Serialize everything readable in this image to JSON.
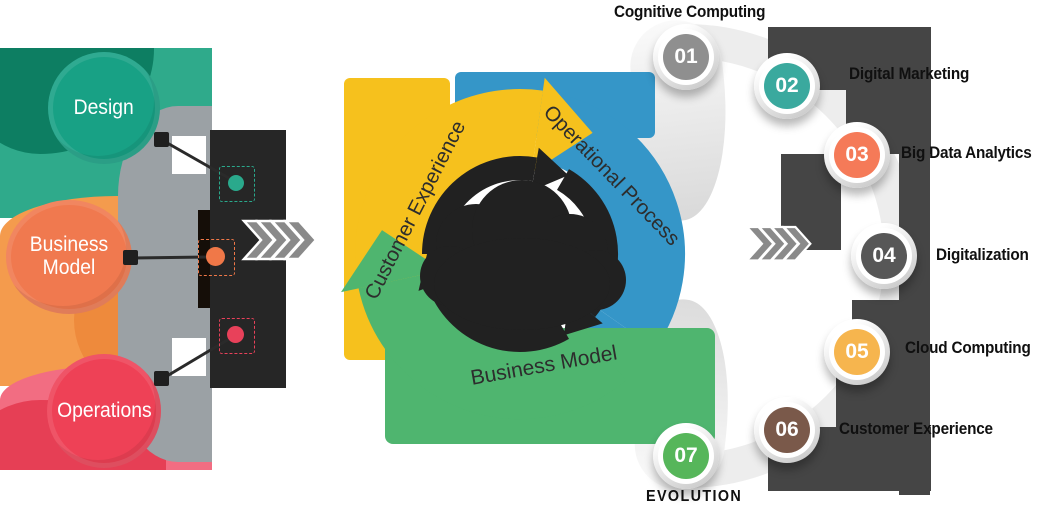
{
  "left_panel": {
    "items": [
      {
        "label": "Design",
        "circle_color": "#18a185",
        "band_light": "#2faa8b",
        "band_dark": "#0d7e62"
      },
      {
        "label": "Business Model",
        "circle_color": "#f0794f",
        "band_light": "#f49b4d",
        "band_dark": "#ee8a3c"
      },
      {
        "label": "Operations",
        "circle_color": "#ee4156",
        "band_light": "#f26d82",
        "band_dark": "#e63f55"
      }
    ],
    "focus_dots": [
      "#2aa98c",
      "#f07848",
      "#e8415a"
    ],
    "camera_color": "#262626"
  },
  "cycle": {
    "segments": [
      {
        "label": "Customer Experience",
        "color": "#f6c11d"
      },
      {
        "label": "Operational Process",
        "color": "#3596c8"
      },
      {
        "label": "Business Model",
        "color": "#4fb56f"
      }
    ],
    "core_color": "#212121",
    "text_color": "#2d2d2d"
  },
  "steps": [
    {
      "number": "01",
      "label": "Cognitive Computing",
      "color": "#8f8f8f"
    },
    {
      "number": "02",
      "label": "Digital Marketing",
      "color": "#3aa99e"
    },
    {
      "number": "03",
      "label": "Big Data Analytics",
      "color": "#f57a58"
    },
    {
      "number": "04",
      "label": "Digitalization",
      "color": "#575757"
    },
    {
      "number": "05",
      "label": "Cloud Computing",
      "color": "#f6b54e"
    },
    {
      "number": "06",
      "label": "Customer Experience",
      "color": "#7a594a"
    },
    {
      "number": "07",
      "label": "EVOLUTION",
      "color": "#56b65a"
    }
  ],
  "decor": {
    "chevron_color": "#8a8a8a",
    "slab_color": "#454545",
    "ribbon_color": "#ededed",
    "line_color": "#2a2a2a"
  }
}
